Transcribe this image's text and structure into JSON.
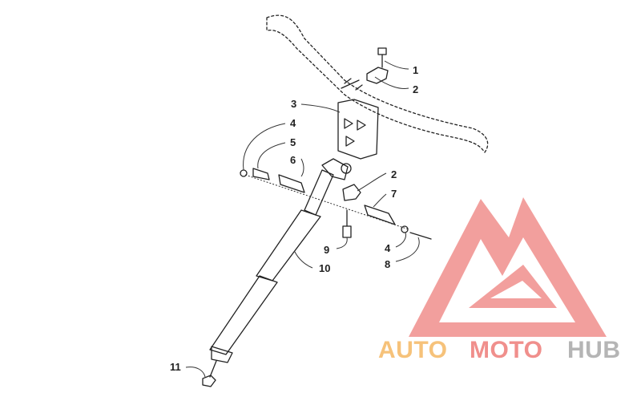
{
  "callouts": {
    "c1": "1",
    "c2a": "2",
    "c3": "3",
    "c4a": "4",
    "c5": "5",
    "c6": "6",
    "c2b": "2",
    "c7": "7",
    "c9": "9",
    "c4b": "4",
    "c8": "8",
    "c10": "10",
    "c11": "11"
  },
  "logo": {
    "part1": "AUTO",
    "part2": "MOTO",
    "part3": "HUB",
    "colors": {
      "auto": "#f6c27a",
      "moto": "#f08f8c",
      "hub": "#b5b5b5",
      "mark": "#f08f8c"
    }
  }
}
